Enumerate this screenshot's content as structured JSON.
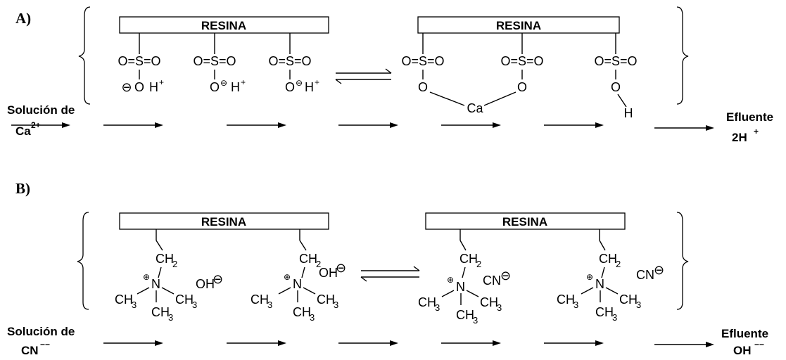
{
  "panel_a": {
    "label": "A)",
    "resin_left": "RESINA",
    "resin_right": "RESINA",
    "sulfonate_row": "O=S=O",
    "minus": "⊖",
    "oxygen": "O",
    "hydrogen": "H",
    "calcium": "Ca",
    "proton_sup": "+",
    "input_label_line1": "Solución de",
    "input_label_line2": "Ca",
    "input_sup": "2+",
    "output_label_line1": "Efluente",
    "output_label_line2": "2H",
    "output_sup": "+"
  },
  "panel_b": {
    "label": "B)",
    "resin_left": "RESINA",
    "resin_right": "RESINA",
    "ch": "CH",
    "sub_2": "2",
    "sub_3": "3",
    "nitrogen": "N",
    "plus": "⊕",
    "minus": "⊖",
    "hydroxide": "OH",
    "cyanide": "CN",
    "input_label_line1": "Solución de",
    "input_label_line2": "CN",
    "input_sup": "−−",
    "output_label_line1": "Efluente",
    "output_label_line2": "OH",
    "output_sup": "−−"
  }
}
